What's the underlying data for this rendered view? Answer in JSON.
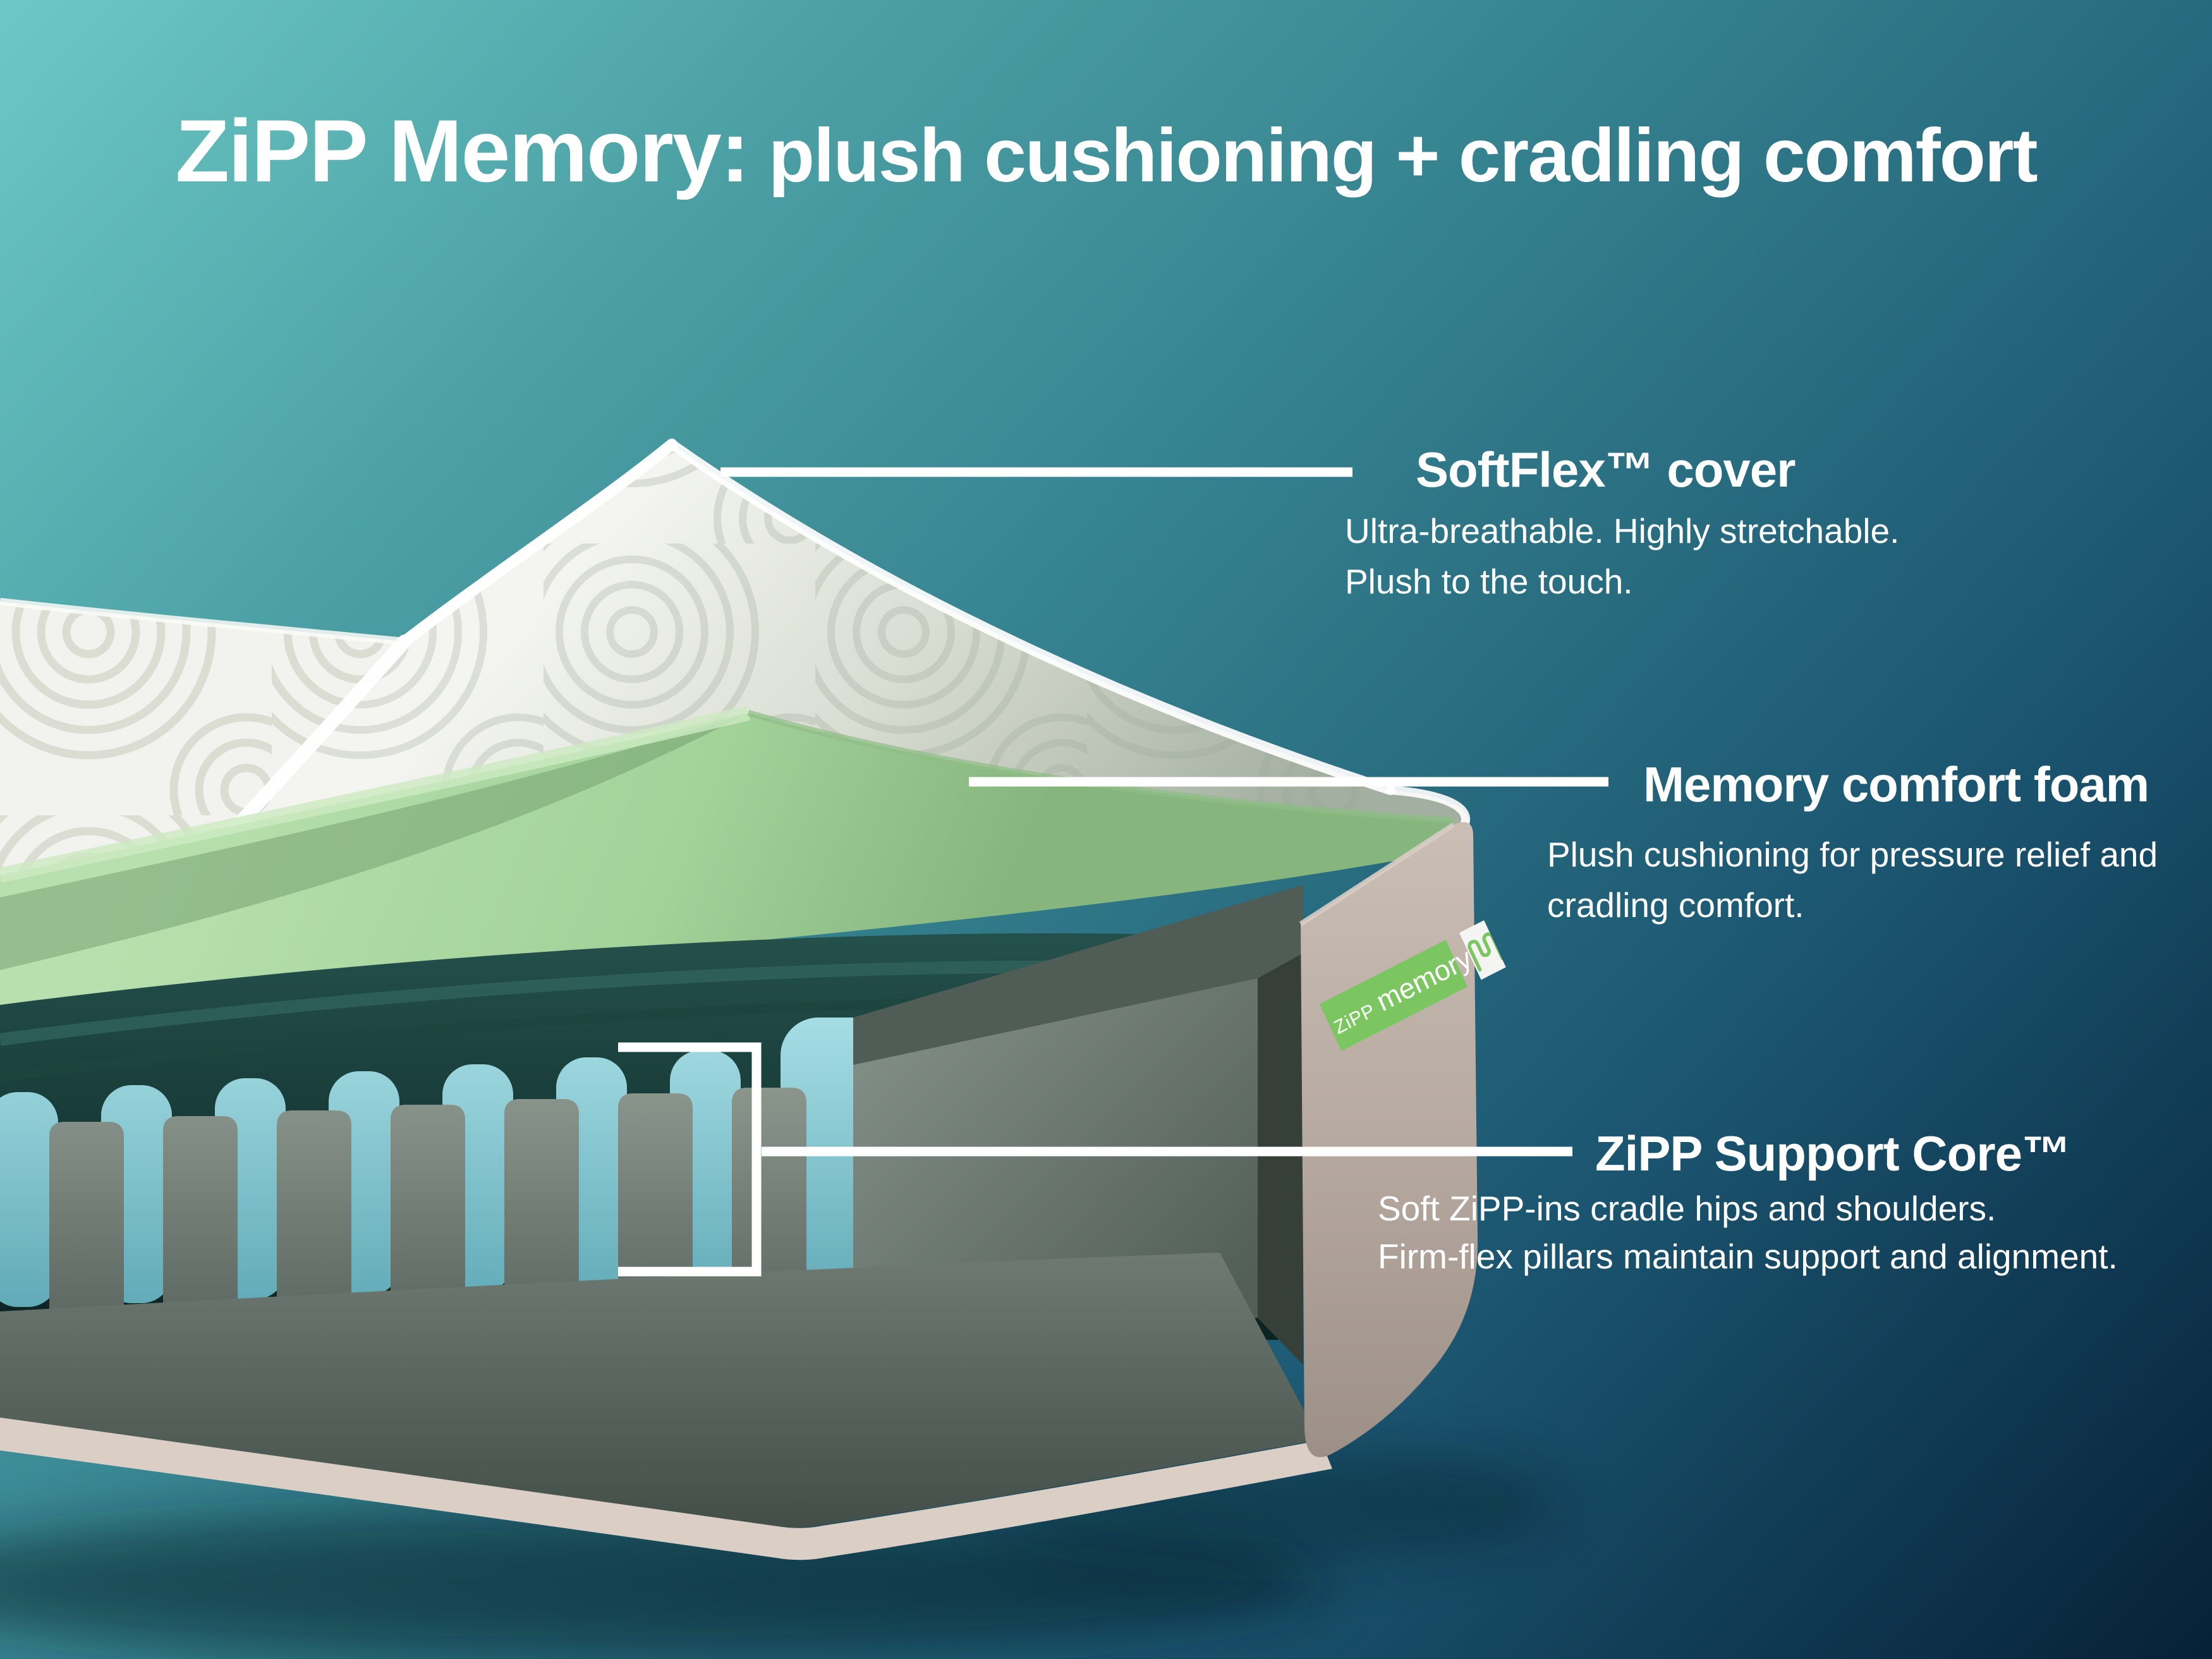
{
  "title": {
    "brand": "ZiPP Memory:",
    "rest": " plush cushioning + cradling comfort"
  },
  "callouts": {
    "cover": {
      "heading": "SoftFlex™ cover",
      "body": [
        "Ultra-breathable. Highly stretchable.",
        "Plush to the touch."
      ]
    },
    "foam": {
      "heading": "Memory comfort foam",
      "body": [
        "Plush cushioning for pressure relief and",
        "cradling comfort."
      ]
    },
    "core": {
      "heading": "ZiPP Support Core™",
      "body": [
        "Soft ZiPP-ins cradle hips and shoulders.",
        "Firm-flex pillars maintain support and alignment."
      ]
    }
  },
  "mattress_label": {
    "brand": "ZiPP",
    "product": "memory",
    "icon": "coil-icon"
  },
  "colors": {
    "background_top_left": "#6cc8c5",
    "background_bottom_right": "#062138",
    "text": "#ffffff",
    "callout_line": "#ffffff",
    "cover_white": "#f2f3ef",
    "foam_green": "#a9d79f",
    "insert_blue": "#8fd2db",
    "pillar_gray": "#7b877f",
    "base_gray": "#4d5852",
    "bottom_beige": "#dbcfc5",
    "panel_beige": "#bcafa6",
    "label_green": "#7cc662"
  }
}
